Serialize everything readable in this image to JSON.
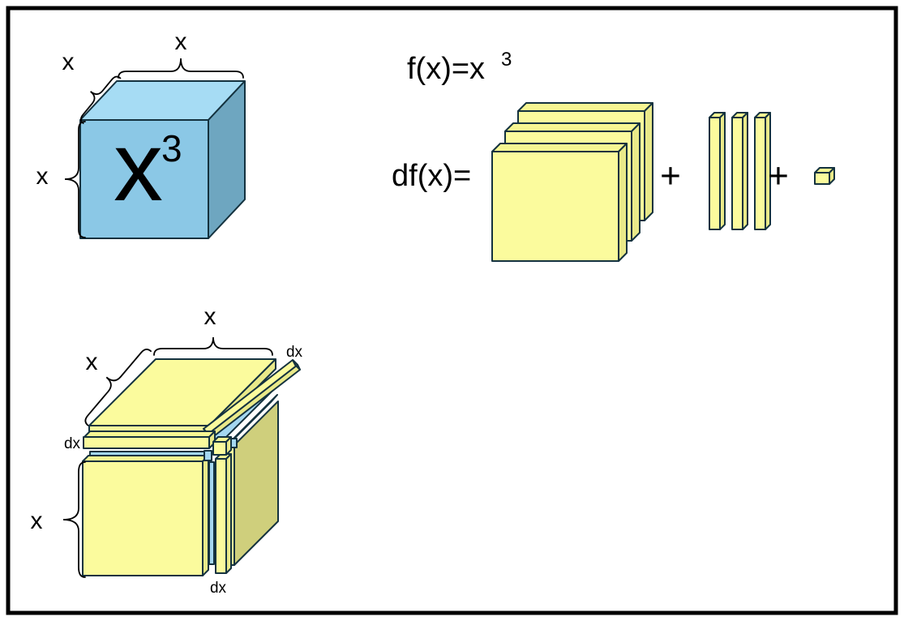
{
  "colors": {
    "outline": "#14323f",
    "border": "#000000",
    "background": "#ffffff",
    "blue-front": "#8bc8e6",
    "blue-top": "#a6dcf4",
    "blue-side": "#6ea6c0",
    "blue-strip": "#a4d7f0",
    "yellow-front": "#fbfb9d",
    "yellow-top": "#f6f692",
    "yellow-side": "#e9e989",
    "yellow-olive": "#cfcf7c",
    "text": "#000000"
  },
  "cube": {
    "label-base": "x",
    "label-exp": "3",
    "brace-top": "x",
    "brace-depth": "x",
    "brace-side": "x"
  },
  "formulas": {
    "fx-base": "f(x)=x",
    "fx-exp": "3",
    "dfx": "df(x)=",
    "plus-1": "+",
    "plus-2": "+"
  },
  "decomposition": {
    "brace-top": "x",
    "brace-depth": "x",
    "brace-side": "x",
    "dx-top": "dx",
    "dx-left": "dx",
    "dx-bottom": "dx"
  }
}
